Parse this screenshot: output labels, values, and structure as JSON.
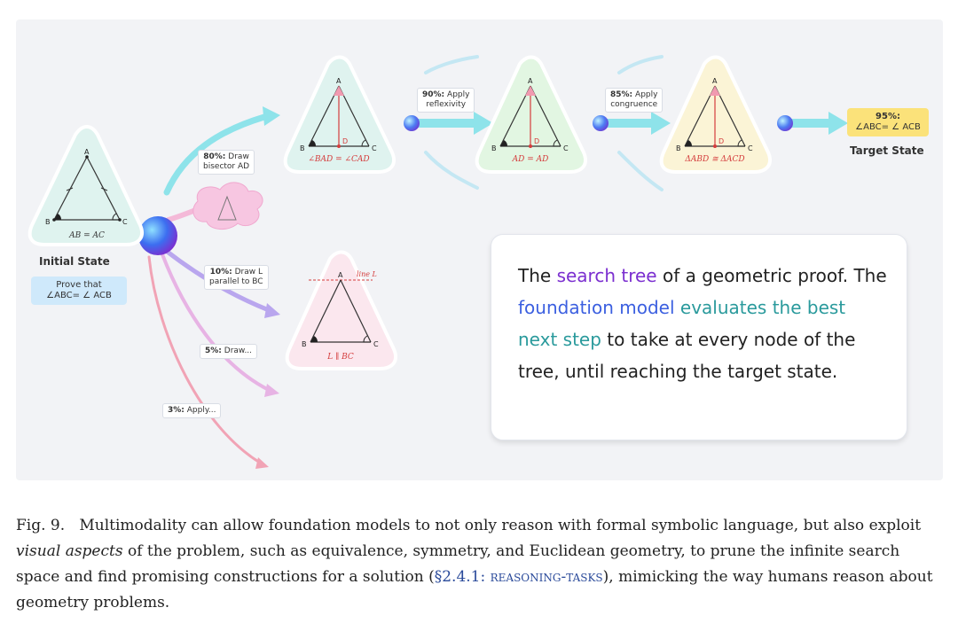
{
  "initial": {
    "title": "Initial State",
    "goal": [
      "Prove that",
      "∠ABC= ∠ ACB"
    ],
    "triangle_caption": "AB = AC"
  },
  "target": {
    "title": "Target State",
    "prob": "95%:",
    "statement": "∠ABC= ∠ ACB"
  },
  "vertices": {
    "A": "A",
    "B": "B",
    "C": "C",
    "D": "D"
  },
  "branches": {
    "draw_bisector": {
      "prob": "80%:",
      "text_1": "Draw",
      "text_2": "bisector AD"
    },
    "draw_parallel": {
      "prob": "10%:",
      "text_1": "Draw L",
      "text_2": "parallel to BC"
    },
    "draw_other": {
      "prob": "5%:",
      "text": "Draw..."
    },
    "apply_other": {
      "prob": "3%:",
      "text": "Apply..."
    },
    "apply_reflexivity": {
      "prob": "90%:",
      "text_1": "Apply",
      "text_2": "reflexivity"
    },
    "apply_congruence": {
      "prob": "85%:",
      "text_1": "Apply",
      "text_2": "congruence"
    }
  },
  "node_captions": {
    "bisector": "∠BAD = ∠CAD",
    "reflexivity": "AD = AD",
    "congruence": "ΔABD ≅ ΔACD",
    "parallel": "L ∥ BC",
    "parallel_line_label": "line L"
  },
  "info": {
    "p1": "The ",
    "h1": "search tree",
    "p2": " of a geometric proof. The ",
    "h2": "foundation model",
    "p3": " ",
    "h3": "evaluates the best next step",
    "p4": " to take at every node of the tree, until reaching the target state."
  },
  "caption": {
    "label": "Fig. 9.",
    "t1": "Multimodality can allow foundation models to not only reason with formal symbolic language, but also exploit ",
    "emph": "visual aspects",
    "t2": " of the problem, such as equivalence, symmetry, and Euclidean geometry, to prune the infinite search space and find promising constructions for a solution (",
    "ref_section": "§2.4.1: ",
    "ref_name": "reasoning-tasks",
    "t3": "), mimicking the way humans reason about geometry problems."
  },
  "colors": {
    "teal_node": "#dff3ef",
    "green_node": "#e2f6e2",
    "yellow_node": "#fbf4d6",
    "pink_node": "#fbe7ee",
    "cyan_arrow": "#8ee3ea",
    "purple_arrow": "#b9a6ee",
    "pink_arrow": "#f1a3b5",
    "target_box": "#fbe27a",
    "goal_box": "#cfe9fb"
  }
}
